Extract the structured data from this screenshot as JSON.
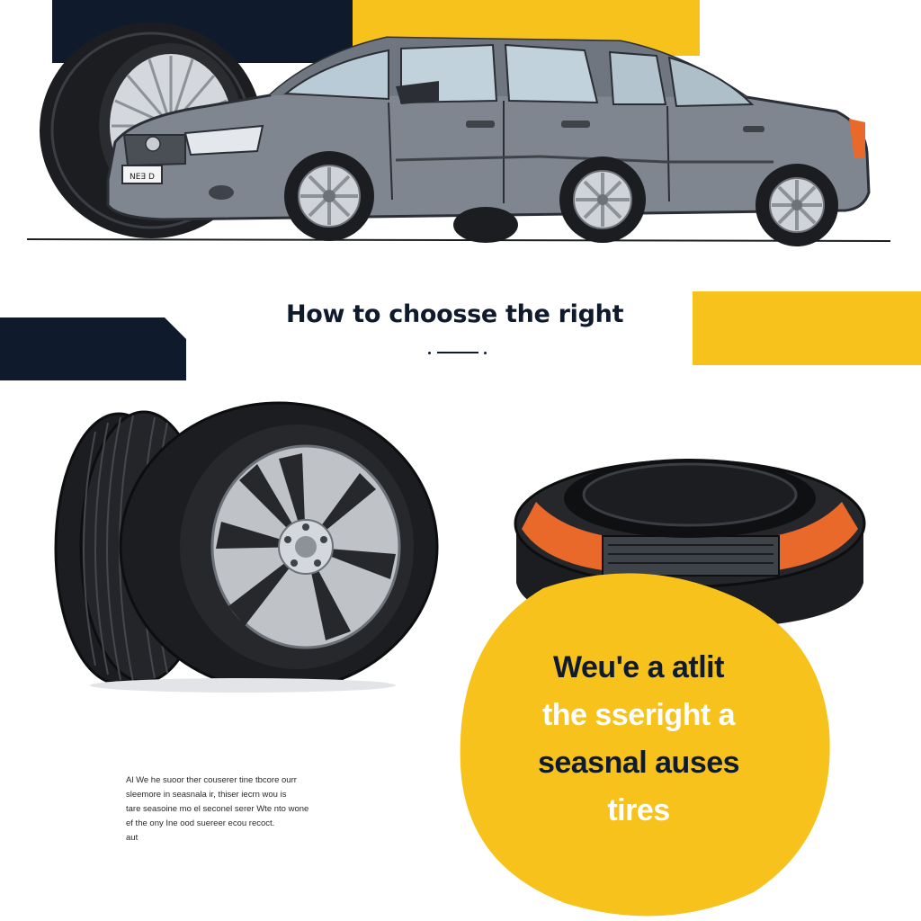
{
  "hero": {
    "plate_text": "ꓠꓰꓱ ꓓ"
  },
  "title": {
    "headline": "How to choosse the right"
  },
  "callout": {
    "line1": "Weu'e a atlit",
    "line2": "the sseright a",
    "line3": "seasnal auses",
    "line4": "tires"
  },
  "body": {
    "lines": [
      "Al We he suoor ther couserer tine tbcore ourr",
      "sleemore in seasnala ir, thiser iecrn wou is",
      "tare seasoine mo el seconel serer Wte nto wone",
      "ef the ony Ine ood suereer ecou recoct.",
      "aut"
    ]
  },
  "colors": {
    "navy": "#0f1b2d",
    "yellow": "#f6c21b",
    "car_body": "#7f868f",
    "tire": "#1b1d20",
    "rim": "#c9ccd0",
    "accent_orange": "#e8692a"
  }
}
